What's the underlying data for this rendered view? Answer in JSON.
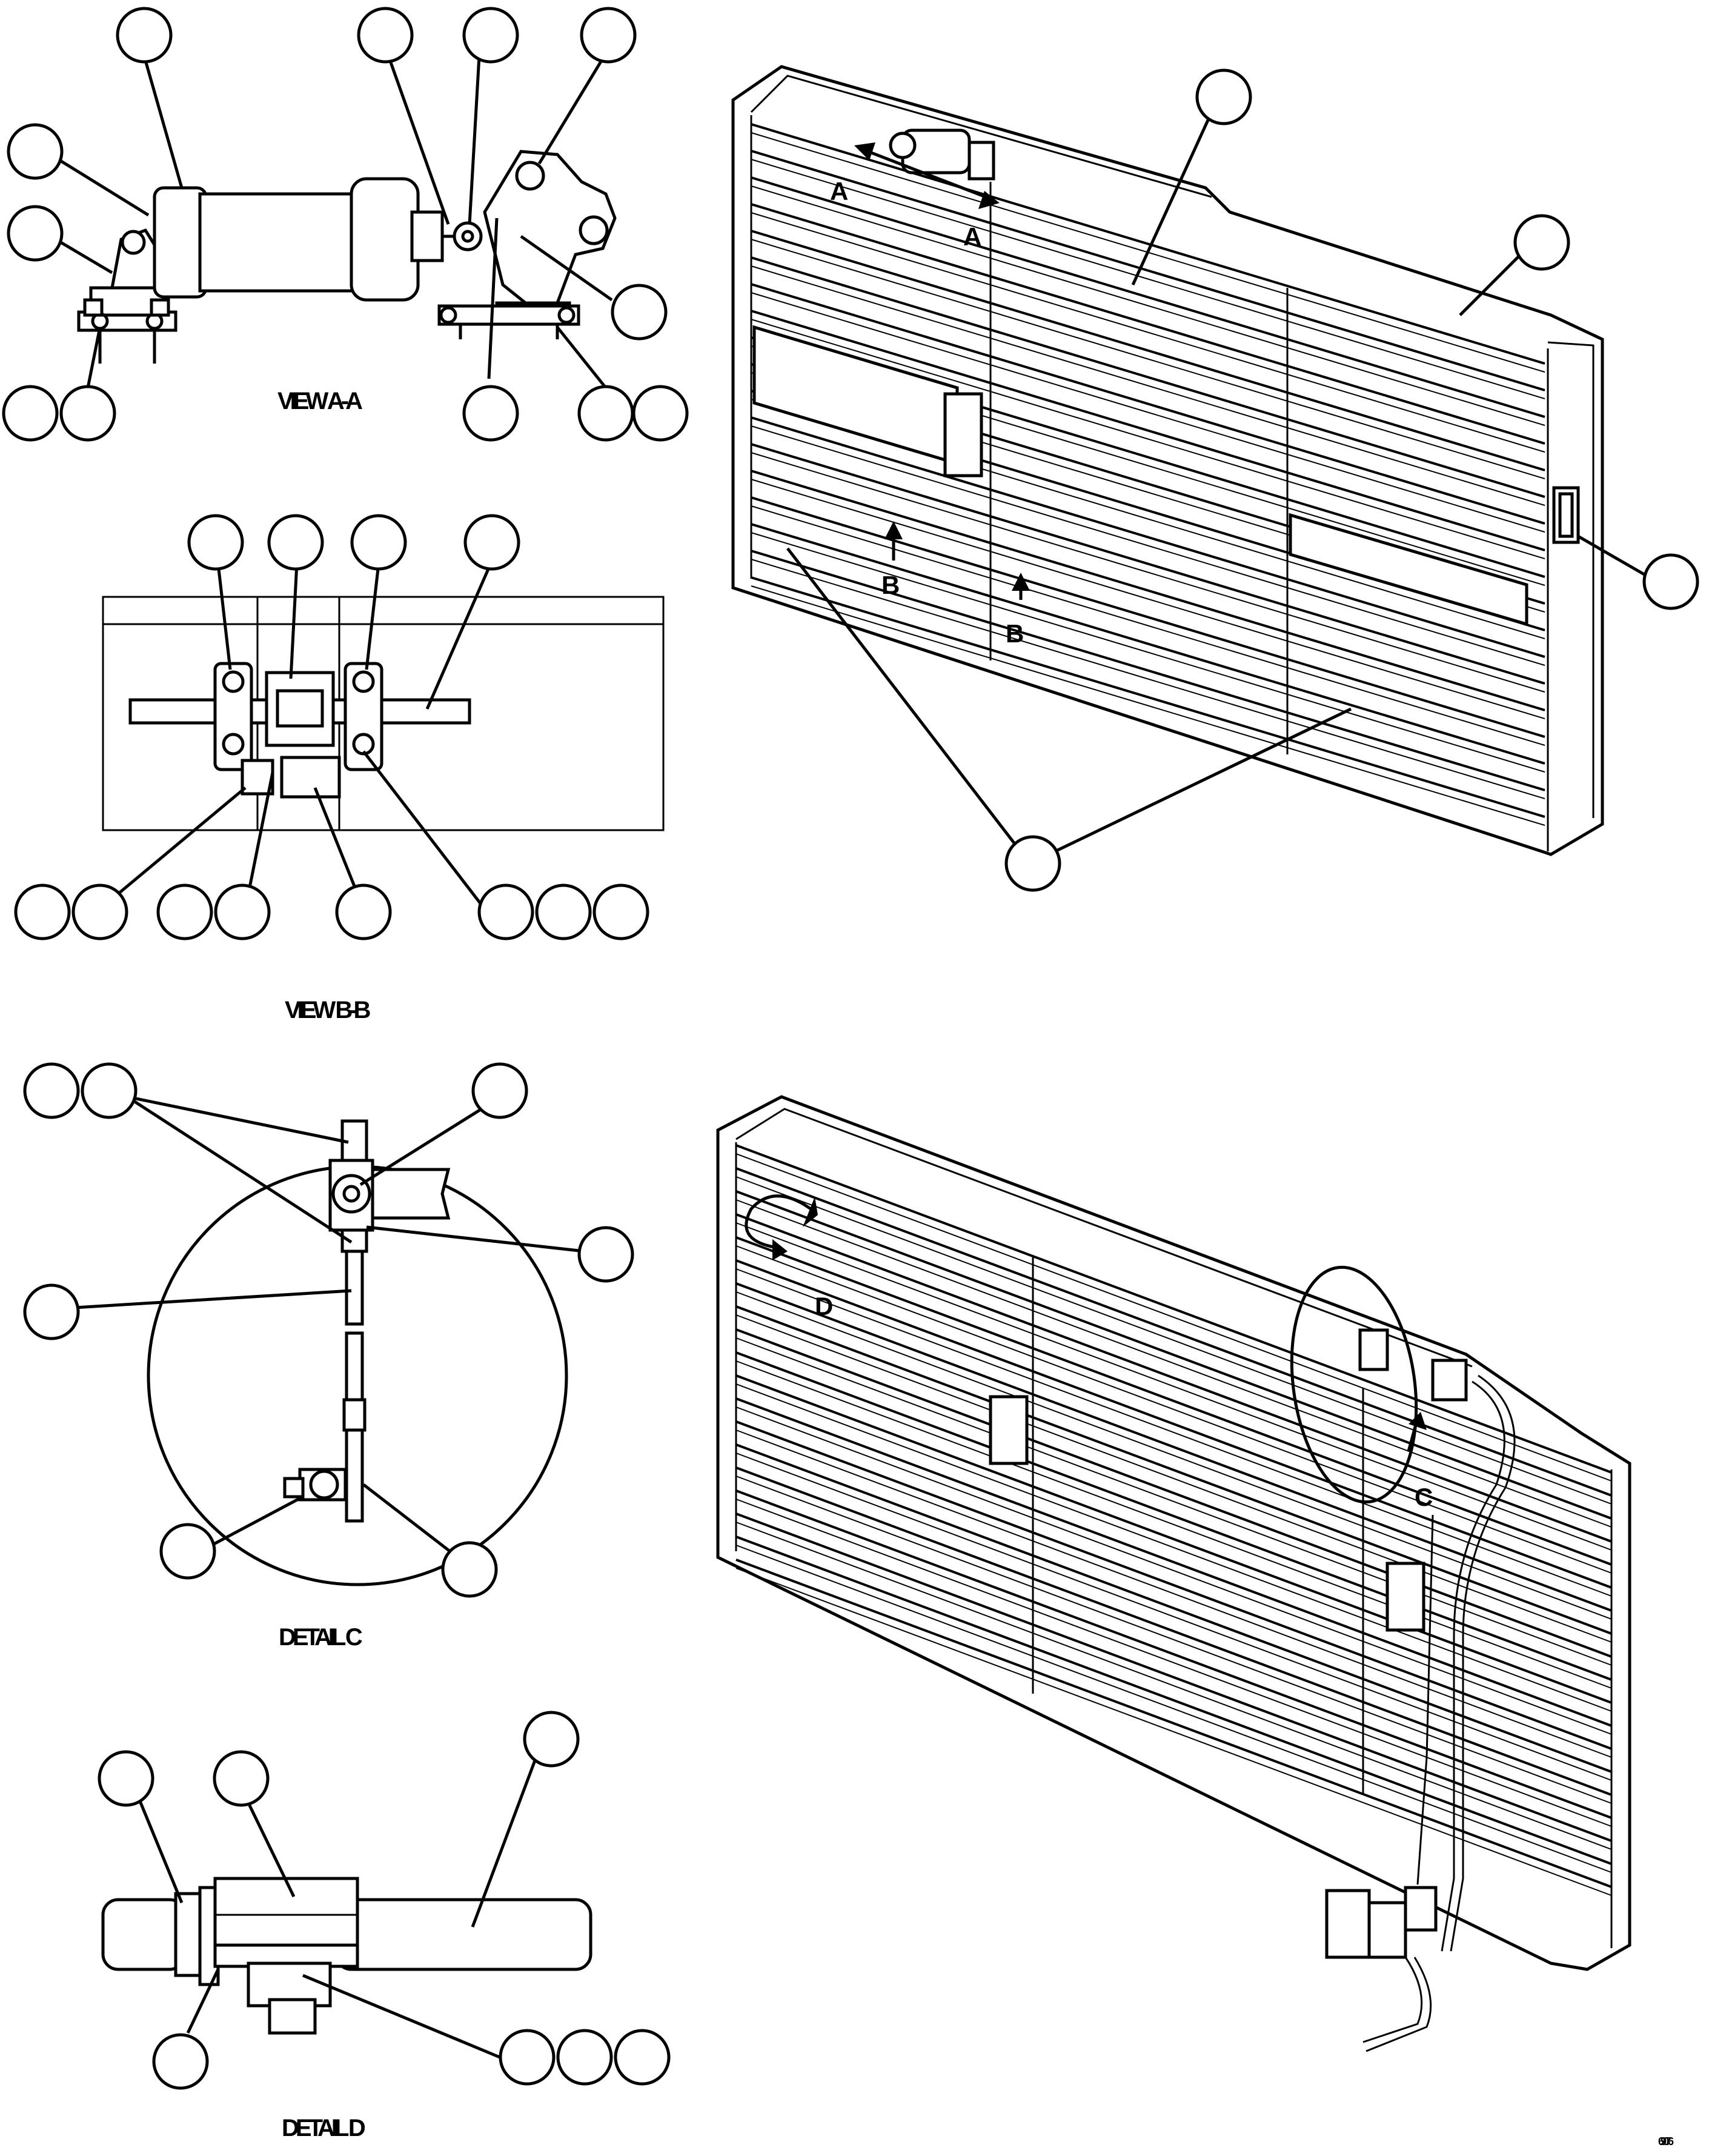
{
  "views": {
    "view_aa": "VIEW A-A",
    "view_bb": "VIEW B-B",
    "detail_c": "DETAIL C",
    "detail_d": "DETAIL D"
  },
  "section_markers": {
    "a1": "A",
    "a2": "A",
    "b1": "B",
    "b2": "B",
    "c": "C",
    "d": "D"
  },
  "drawing_number": "69076"
}
